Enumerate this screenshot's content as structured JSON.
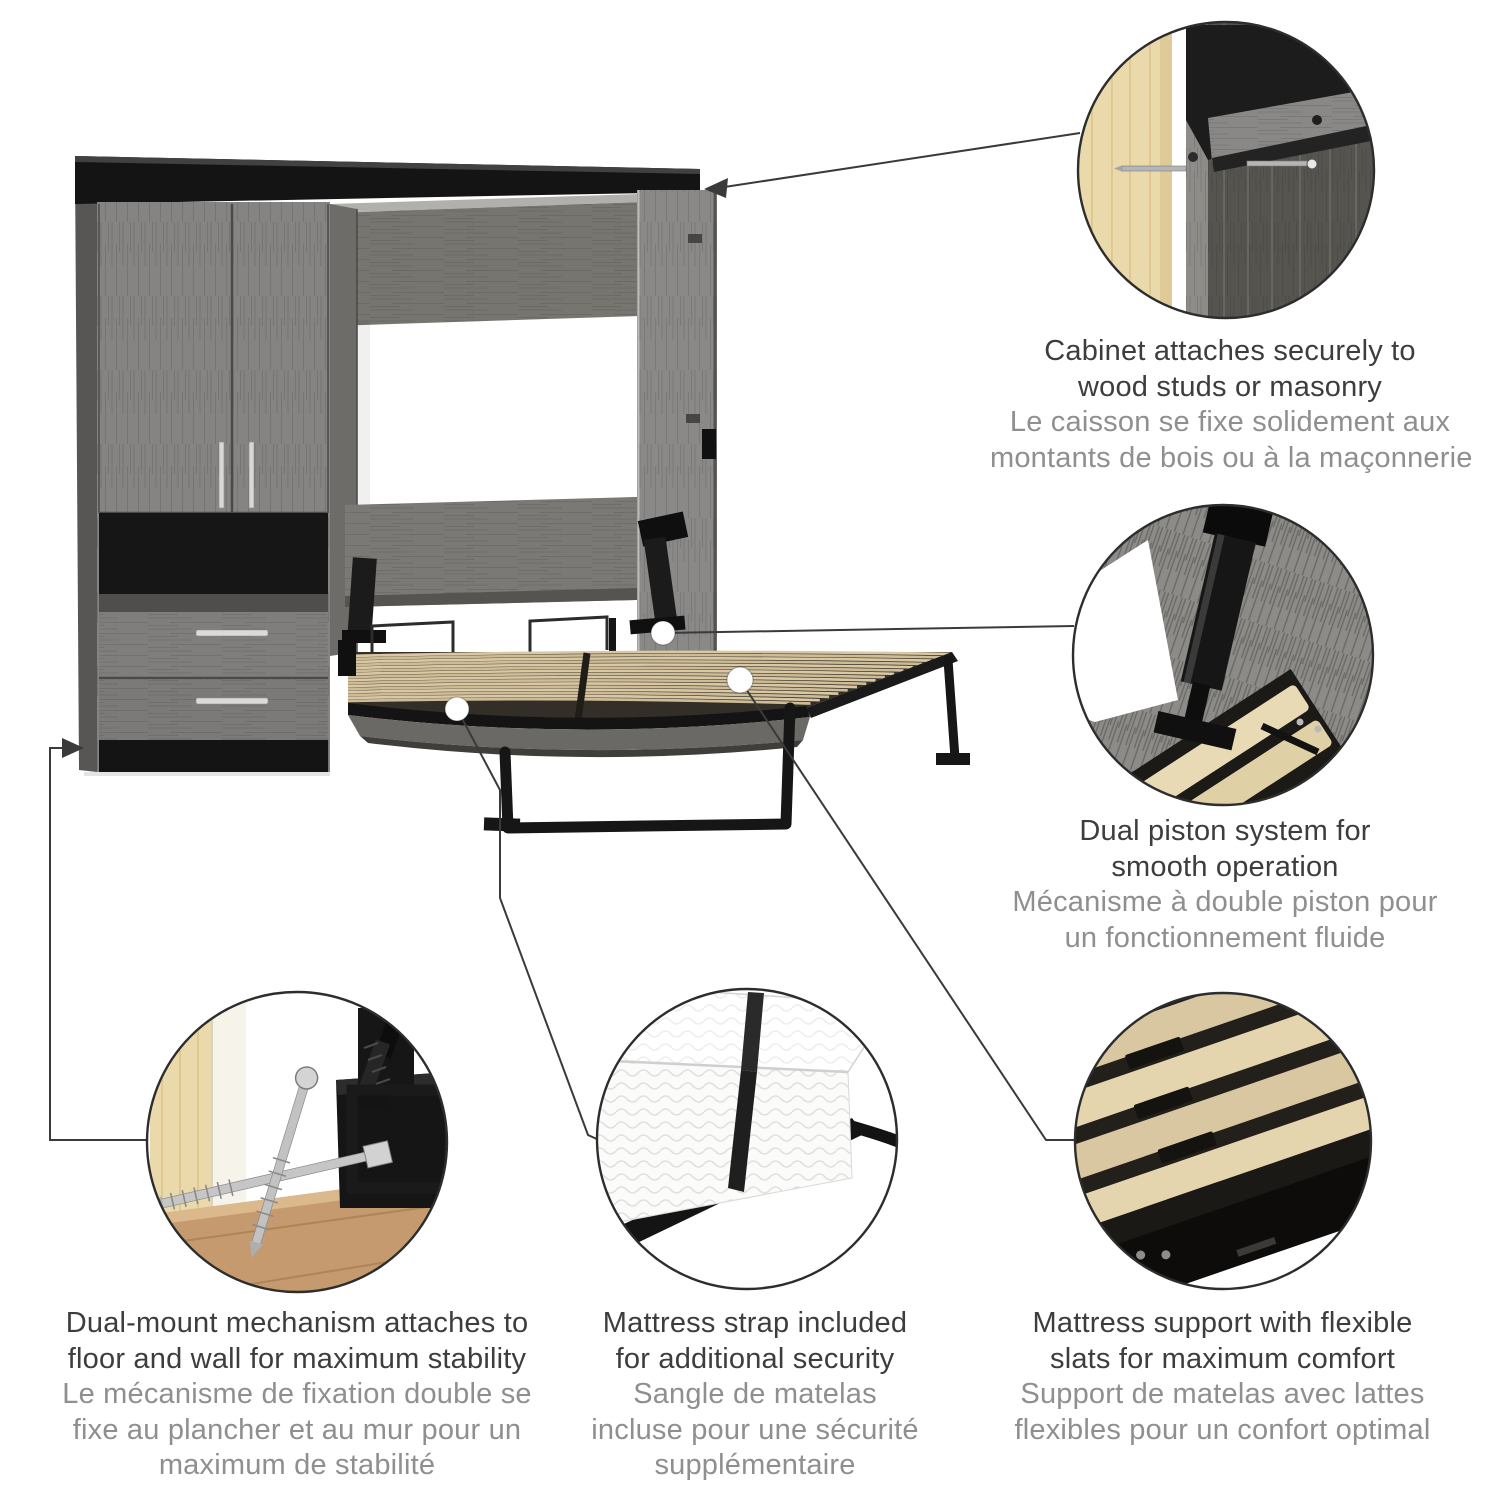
{
  "palette": {
    "text_primary": "#3d3d3d",
    "text_secondary": "#8f8f8f",
    "leader_line": "#3a3a3a",
    "circle_border": "#2d2d2d",
    "cabinet_gray": "#868482",
    "cabinet_gray_dark": "#6e6c68",
    "cabinet_black": "#141414",
    "slat_wood": "#d9c8a3",
    "pine_wood": "#ead9ab",
    "floor_wood": "#c49a6e",
    "metal_silver": "#c2c2c2",
    "mattress_white": "#fbfbfa"
  },
  "features": [
    {
      "id": "cabinet-attachment",
      "closeup": "cabinet-side-screwed-to-wood-stud",
      "en_lines": [
        "Cabinet attaches securely to",
        "wood studs or masonry"
      ],
      "fr_lines": [
        "Le caisson se fixe solidement aux",
        "montants de bois ou à la maçonnerie"
      ]
    },
    {
      "id": "dual-piston",
      "closeup": "piston-mechanism-closeup",
      "en_lines": [
        "Dual piston system for",
        "smooth operation"
      ],
      "fr_lines": [
        "Mécanisme à double piston pour",
        "un fonctionnement fluide"
      ]
    },
    {
      "id": "dual-mount",
      "closeup": "floor-wall-mount-bracket-closeup",
      "en_lines": [
        "Dual-mount mechanism attaches to",
        "floor and wall for maximum stability"
      ],
      "fr_lines": [
        "Le mécanisme de fixation double se",
        "fixe au plancher et au mur pour un",
        "maximum de stabilité"
      ]
    },
    {
      "id": "mattress-strap",
      "closeup": "mattress-with-strap-closeup",
      "en_lines": [
        "Mattress strap included",
        "for additional security"
      ],
      "fr_lines": [
        "Sangle de matelas",
        "incluse pour une sécurité",
        "supplémentaire"
      ]
    },
    {
      "id": "slat-support",
      "closeup": "flexible-wood-slats-closeup",
      "en_lines": [
        "Mattress support with flexible",
        "slats for maximum comfort"
      ],
      "fr_lines": [
        "Support de matelas avec lattes",
        "flexibles pour un confort optimal"
      ]
    }
  ]
}
